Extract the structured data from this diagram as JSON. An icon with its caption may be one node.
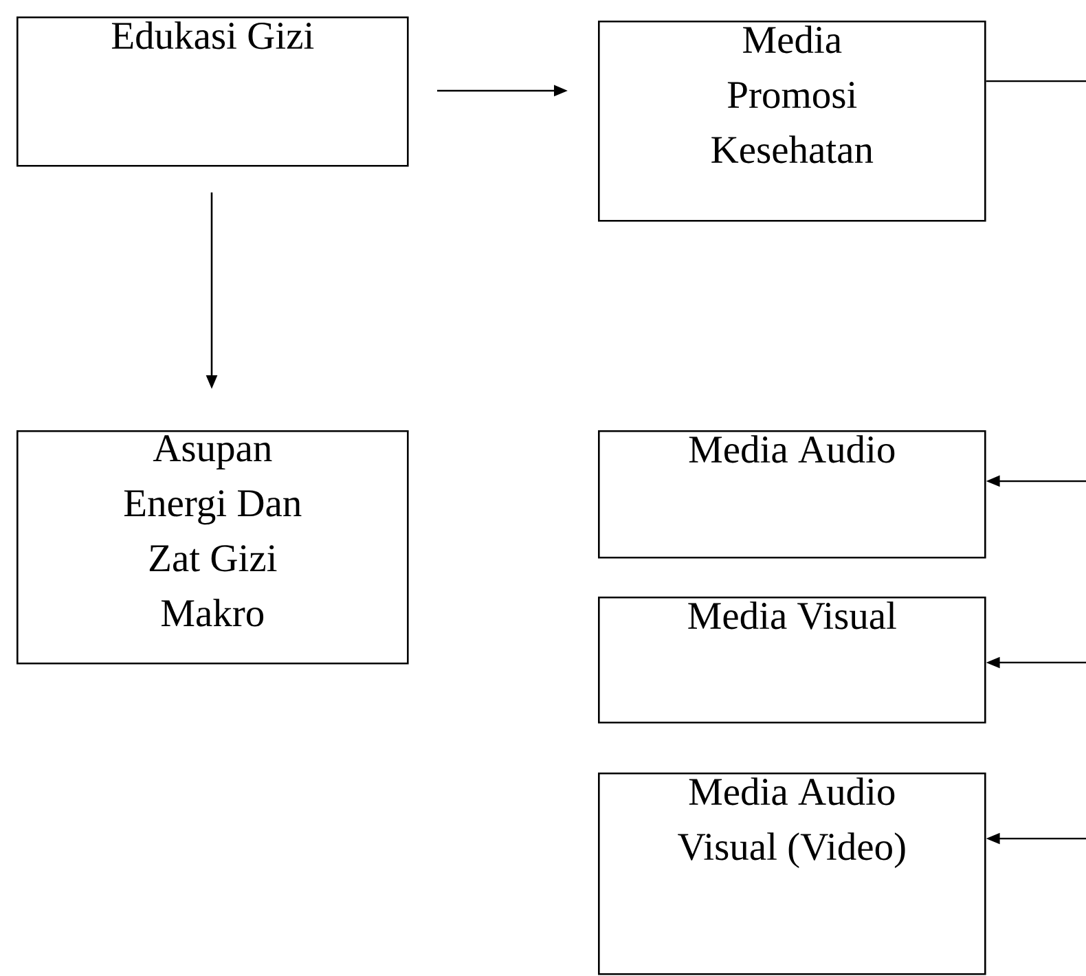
{
  "diagram": {
    "nodes": [
      {
        "text": [
          "Edukasi Gizi"
        ]
      },
      {
        "text": [
          "Media Promosi Kesehatan"
        ]
      },
      {
        "text": [
          "Asupan Energi Dan Zat Gizi Makro"
        ]
      },
      {
        "text": [
          "Media Audio"
        ]
      },
      {
        "text": [
          "Media Visual"
        ]
      },
      {
        "text": [
          "Media Audio Visual (Video)"
        ]
      }
    ],
    "edges": [
      {
        "from": 0,
        "to": 1,
        "arrow": "to"
      },
      {
        "from": 0,
        "to": 2,
        "arrow": "to"
      },
      {
        "from": 1,
        "to": null,
        "arrow": "none"
      },
      {
        "from": null,
        "to": 3,
        "arrow": "to"
      },
      {
        "from": null,
        "to": 4,
        "arrow": "to"
      },
      {
        "from": null,
        "to": 5,
        "arrow": "to"
      }
    ]
  }
}
